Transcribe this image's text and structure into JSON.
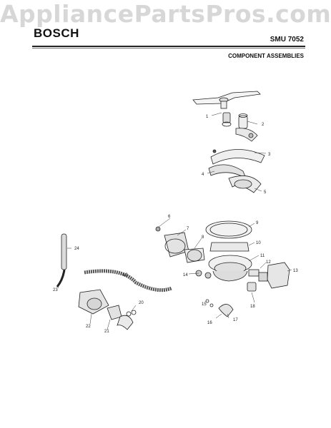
{
  "watermark": "AppliancePartsPros.com",
  "header": {
    "brand": "BOSCH",
    "model": "SMU 7052",
    "section": "COMPONENT ASSEMBLIES"
  },
  "callouts": [
    "1",
    "2",
    "3",
    "4",
    "5",
    "6",
    "7",
    "8",
    "9",
    "10",
    "11",
    "12",
    "13",
    "14",
    "15",
    "16",
    "17",
    "18",
    "19",
    "20",
    "21",
    "22",
    "23",
    "24"
  ]
}
